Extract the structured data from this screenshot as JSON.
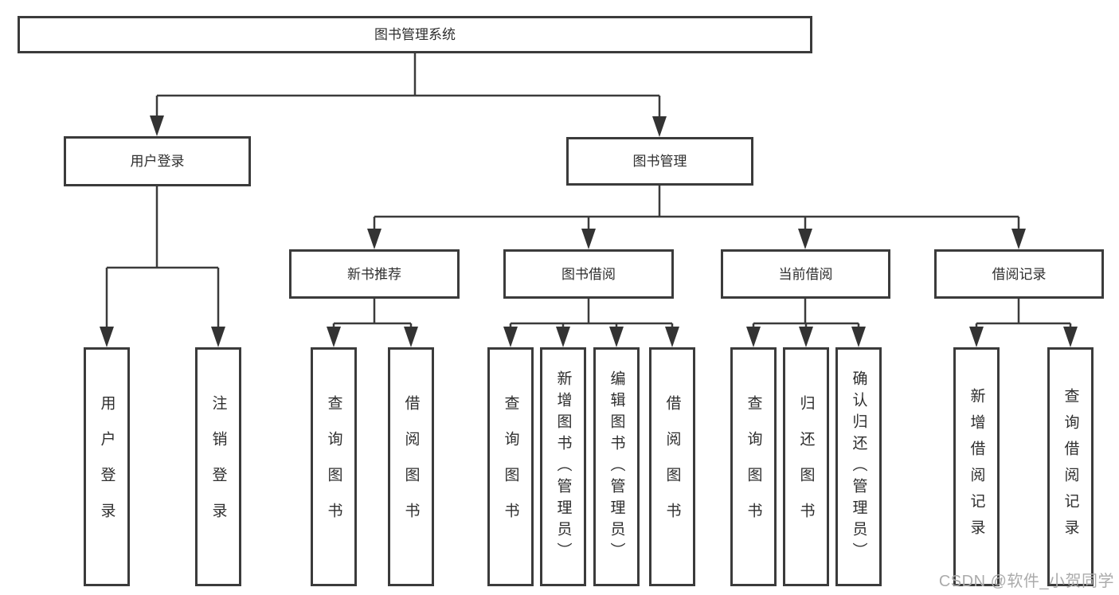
{
  "tree": {
    "root": "图书管理系统",
    "branches": [
      {
        "label": "用户登录",
        "children": [
          "用户登录",
          "注销登录"
        ]
      },
      {
        "label": "图书管理",
        "sections": [
          {
            "label": "新书推荐",
            "children": [
              "查询图书",
              "借阅图书"
            ]
          },
          {
            "label": "图书借阅",
            "children": [
              "查询图书",
              "新增图书（管理员）",
              "编辑图书（管理员）",
              "借阅图书"
            ]
          },
          {
            "label": "当前借阅",
            "children": [
              "查询图书",
              "归还图书",
              "确认归还（管理员）"
            ]
          },
          {
            "label": "借阅记录",
            "children": [
              "新增借阅记录",
              "查询借阅记录"
            ]
          }
        ]
      }
    ]
  },
  "watermark": "CSDN @软件_小贺同学",
  "colors": {
    "line": "#3b3b3b",
    "text": "#2e2e2e",
    "box_background": "#ffffff",
    "watermark": "#ababab",
    "background": "#ffffff"
  }
}
